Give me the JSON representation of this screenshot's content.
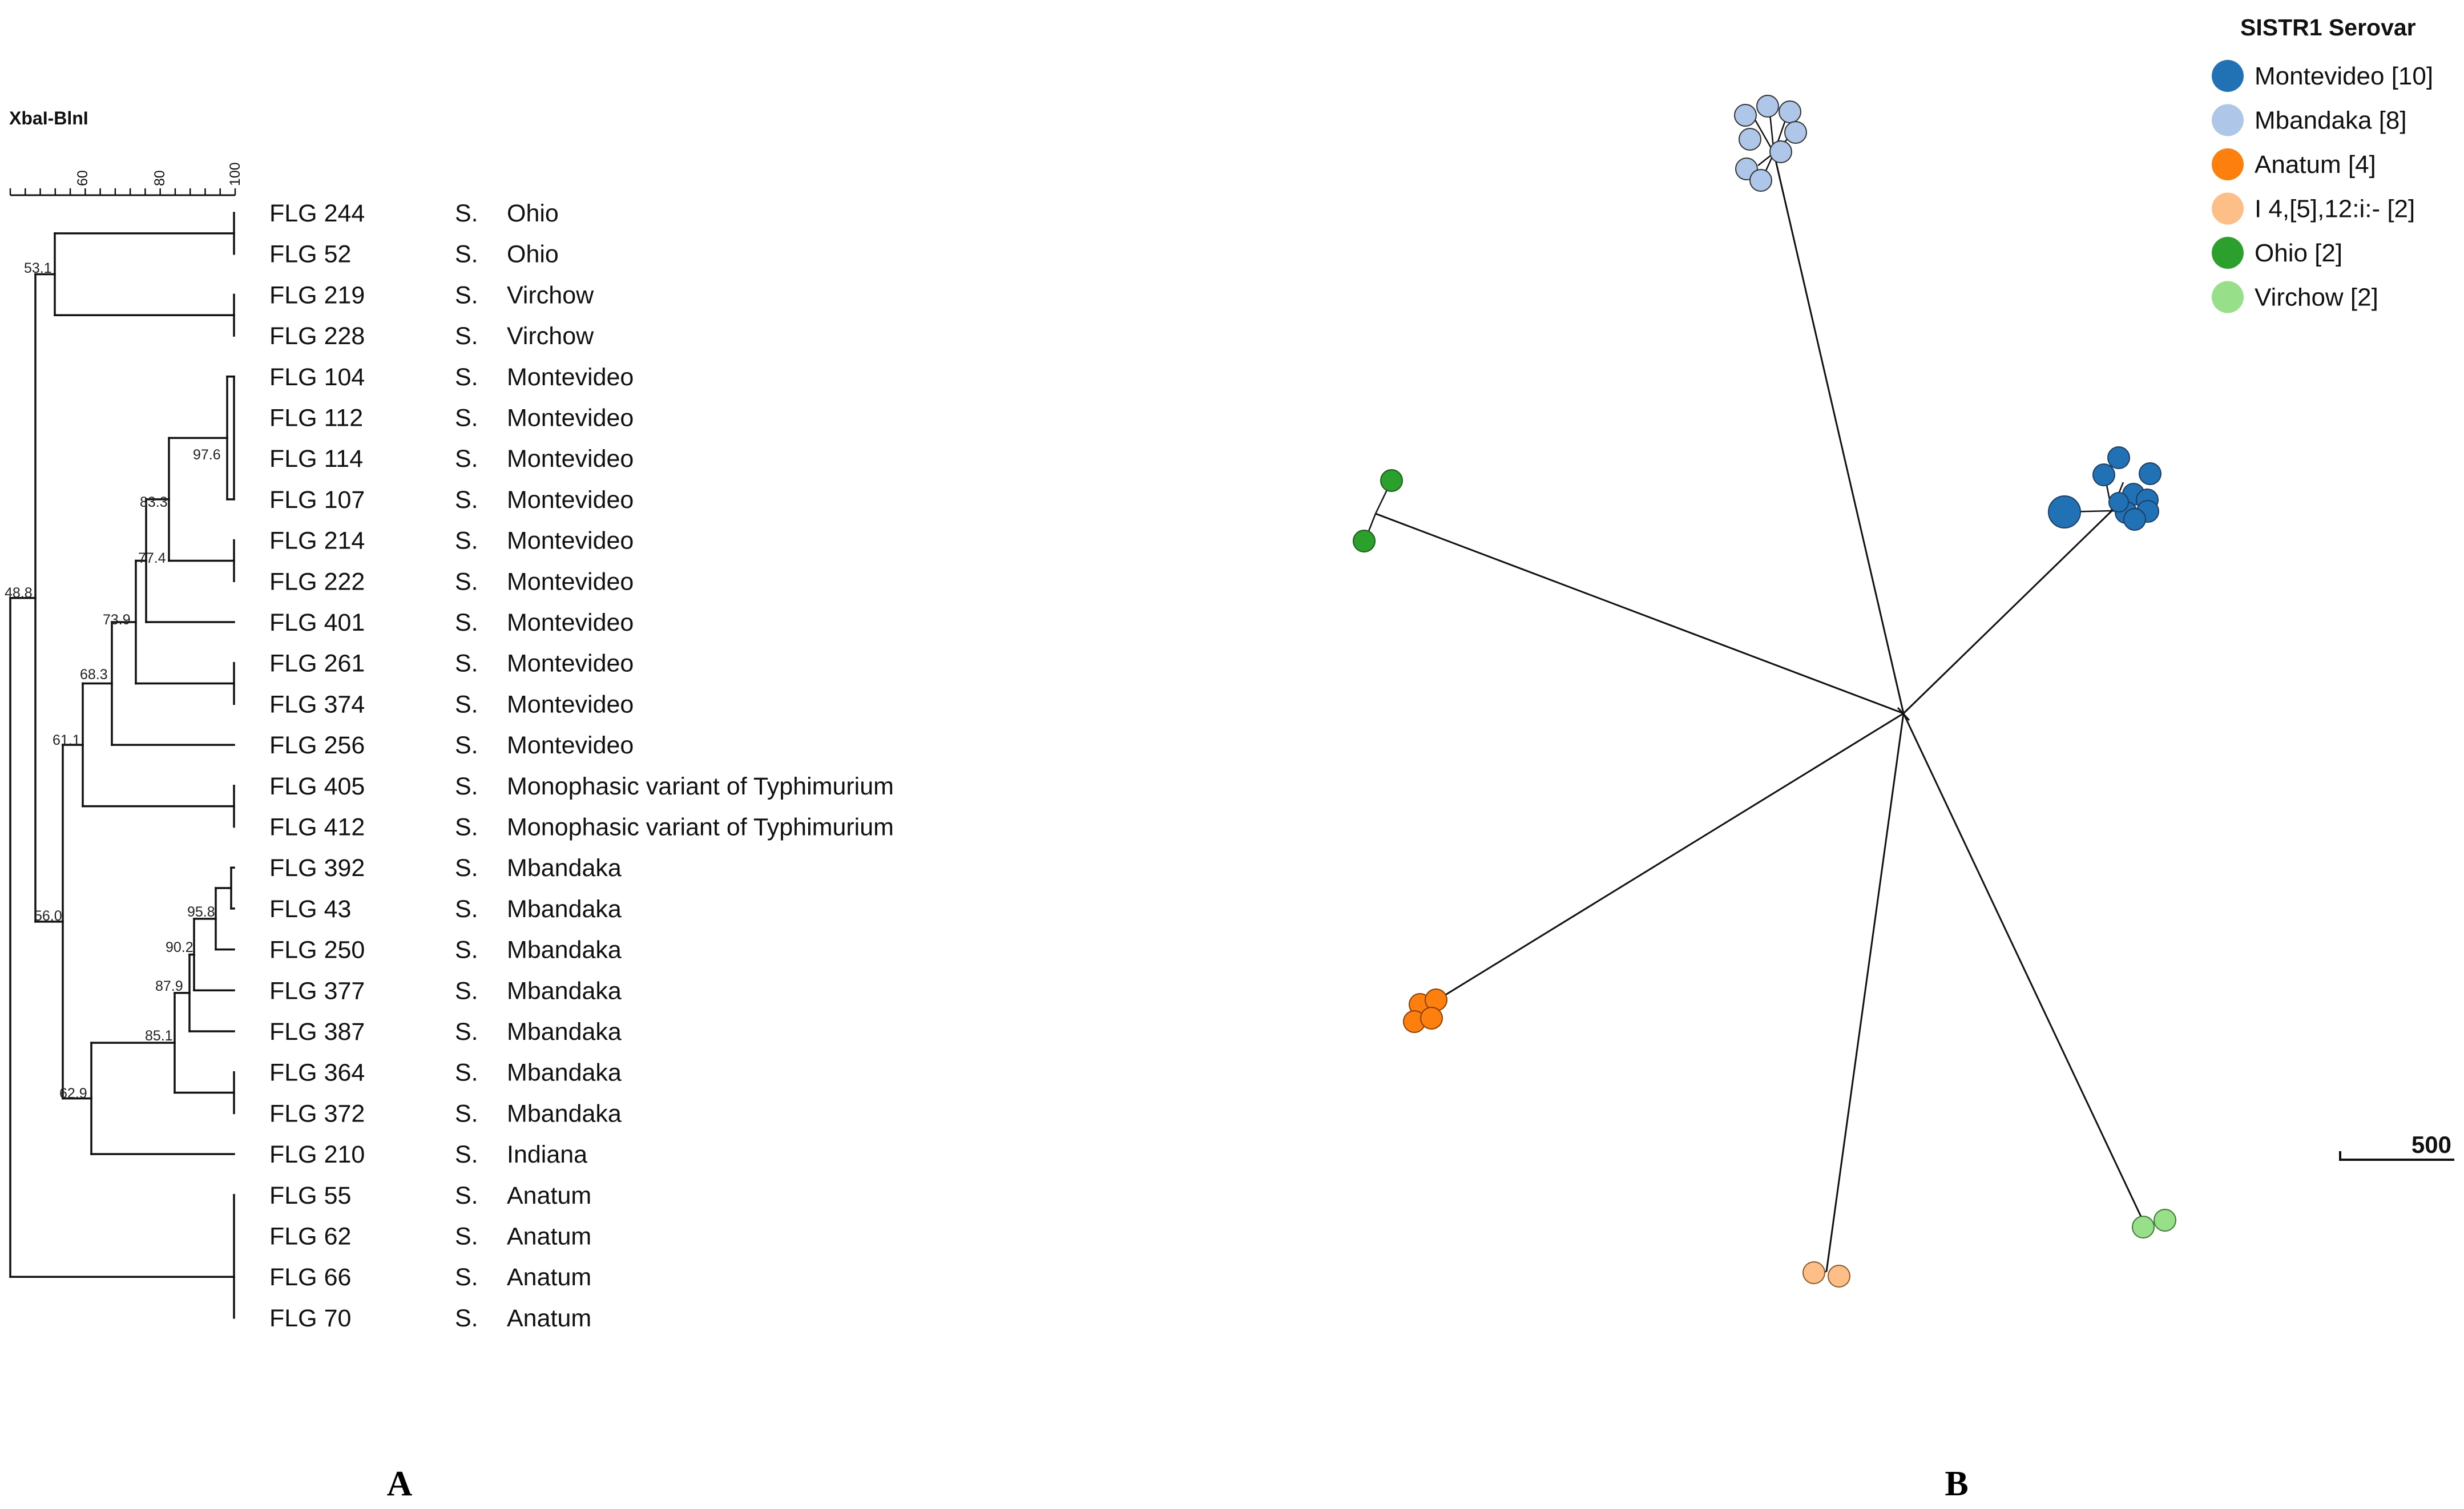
{
  "panel_a": {
    "label": "A",
    "scale_title": "XbaI-BlnI",
    "axis_ticks": [
      "60",
      "80",
      "100"
    ],
    "isolates": [
      {
        "id": "FLG 244",
        "genus": "S.",
        "serovar": "Ohio"
      },
      {
        "id": "FLG 52",
        "genus": "S.",
        "serovar": "Ohio"
      },
      {
        "id": "FLG 219",
        "genus": "S.",
        "serovar": "Virchow"
      },
      {
        "id": "FLG 228",
        "genus": "S.",
        "serovar": "Virchow"
      },
      {
        "id": "FLG 104",
        "genus": "S.",
        "serovar": "Montevideo"
      },
      {
        "id": "FLG 112",
        "genus": "S.",
        "serovar": "Montevideo"
      },
      {
        "id": "FLG 114",
        "genus": "S.",
        "serovar": "Montevideo"
      },
      {
        "id": "FLG 107",
        "genus": "S.",
        "serovar": "Montevideo"
      },
      {
        "id": "FLG 214",
        "genus": "S.",
        "serovar": "Montevideo"
      },
      {
        "id": "FLG 222",
        "genus": "S.",
        "serovar": "Montevideo"
      },
      {
        "id": "FLG 401",
        "genus": "S.",
        "serovar": "Montevideo"
      },
      {
        "id": "FLG 261",
        "genus": "S.",
        "serovar": "Montevideo"
      },
      {
        "id": "FLG 374",
        "genus": "S.",
        "serovar": "Montevideo"
      },
      {
        "id": "FLG 256",
        "genus": "S.",
        "serovar": "Montevideo"
      },
      {
        "id": "FLG 405",
        "genus": "S.",
        "serovar": "Monophasic variant of Typhimurium"
      },
      {
        "id": "FLG 412",
        "genus": "S.",
        "serovar": "Monophasic variant of Typhimurium"
      },
      {
        "id": "FLG 392",
        "genus": "S.",
        "serovar": "Mbandaka"
      },
      {
        "id": "FLG 43",
        "genus": "S.",
        "serovar": "Mbandaka"
      },
      {
        "id": "FLG 250",
        "genus": "S.",
        "serovar": "Mbandaka"
      },
      {
        "id": "FLG 377",
        "genus": "S.",
        "serovar": "Mbandaka"
      },
      {
        "id": "FLG 387",
        "genus": "S.",
        "serovar": "Mbandaka"
      },
      {
        "id": "FLG 364",
        "genus": "S.",
        "serovar": "Mbandaka"
      },
      {
        "id": "FLG 372",
        "genus": "S.",
        "serovar": "Mbandaka"
      },
      {
        "id": "FLG 210",
        "genus": "S.",
        "serovar": "Indiana"
      },
      {
        "id": "FLG 55",
        "genus": "S.",
        "serovar": "Anatum"
      },
      {
        "id": "FLG 62",
        "genus": "S.",
        "serovar": "Anatum"
      },
      {
        "id": "FLG 66",
        "genus": "S.",
        "serovar": "Anatum"
      },
      {
        "id": "FLG 70",
        "genus": "S.",
        "serovar": "Anatum"
      }
    ],
    "bootstrap_values": [
      "53.1",
      "48.8",
      "97.6",
      "83.3",
      "77.4",
      "73.9",
      "68.3",
      "61.1",
      "56.0",
      "95.8",
      "90.2",
      "87.9",
      "85.1",
      "62.9"
    ]
  },
  "panel_b": {
    "label": "B",
    "legend_title": "SISTR1 Serovar",
    "legend": [
      {
        "name": "Montevideo [10]",
        "color": "#2171b5"
      },
      {
        "name": "Mbandaka [8]",
        "color": "#aec7e8"
      },
      {
        "name": "Anatum [4]",
        "color": "#fd7f0e"
      },
      {
        "name": "I 4,[5],12:i:- [2]",
        "color": "#fdbf87"
      },
      {
        "name": "Ohio [2]",
        "color": "#2ca02c"
      },
      {
        "name": "Virchow [2]",
        "color": "#98df8a"
      }
    ],
    "scale_bar_label": "500"
  }
}
